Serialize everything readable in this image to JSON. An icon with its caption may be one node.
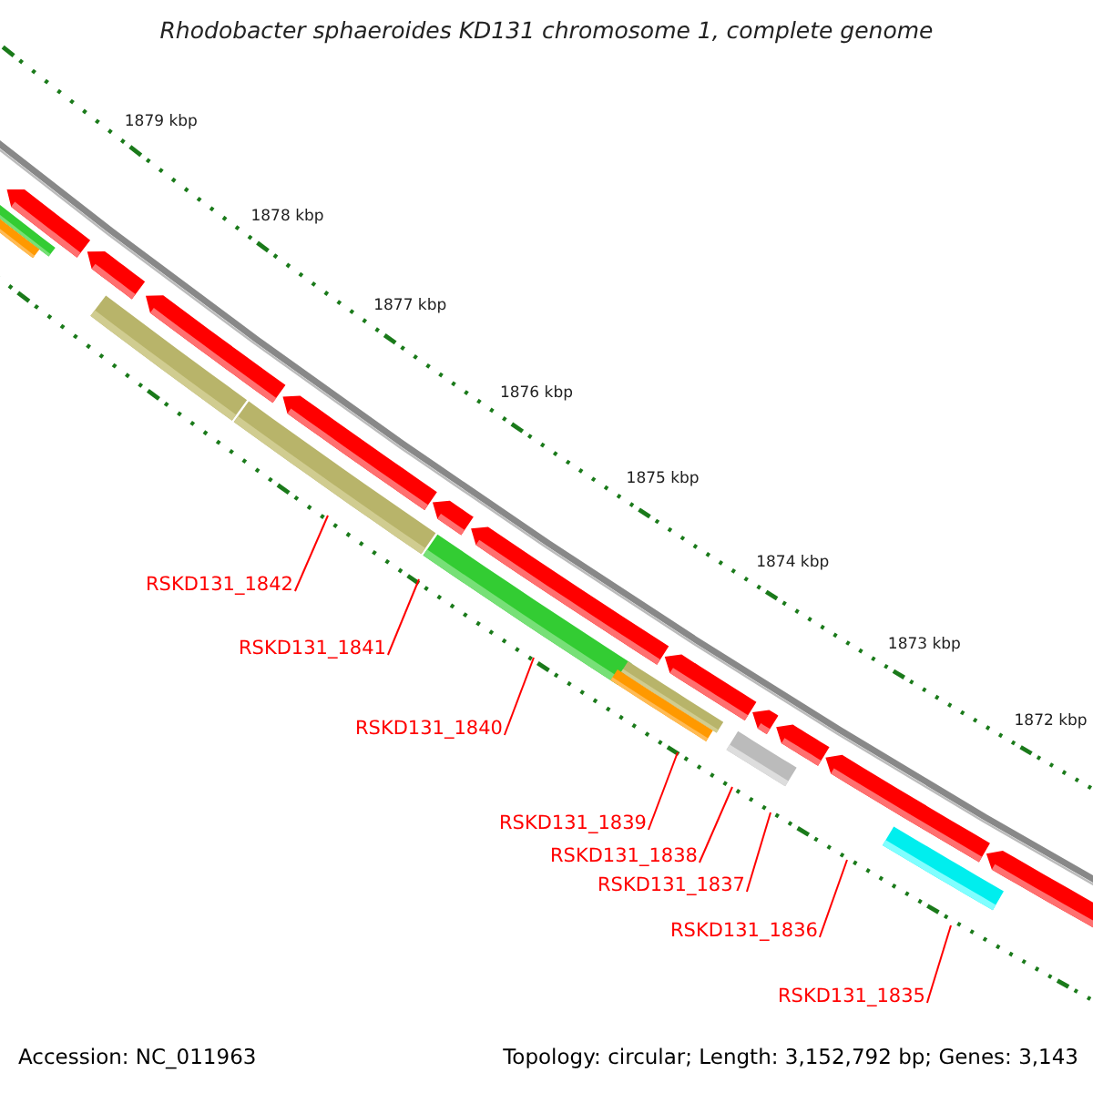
{
  "diagram": {
    "title": "Rhodobacter sphaeroides KD131 chromosome 1, complete genome",
    "nodes": [
      {
        "text": [
          "RSKD131_1842"
        ]
      },
      {
        "text": [
          "RSKD131_1841"
        ]
      },
      {
        "text": [
          "RSKD131_1840"
        ]
      },
      {
        "text": [
          "RSKD131_1839"
        ]
      },
      {
        "text": [
          "RSKD131_1838"
        ]
      },
      {
        "text": [
          "RSKD131_1837"
        ]
      },
      {
        "text": [
          "RSKD131_1836"
        ]
      },
      {
        "text": [
          "RSKD131_1835"
        ]
      }
    ],
    "edges": [
      {
        "from": 0,
        "to": null,
        "arrow": "none"
      },
      {
        "from": 1,
        "to": null,
        "arrow": "none"
      },
      {
        "from": 2,
        "to": null,
        "arrow": "none"
      },
      {
        "from": 3,
        "to": null,
        "arrow": "none"
      },
      {
        "from": 4,
        "to": null,
        "arrow": "none"
      },
      {
        "from": 5,
        "to": null,
        "arrow": "none"
      },
      {
        "from": 6,
        "to": null,
        "arrow": "none"
      },
      {
        "from": 7,
        "to": null,
        "arrow": "none"
      }
    ],
    "labels": [
      "1879 kbp",
      "1878 kbp",
      "1877 kbp",
      "1876 kbp",
      "1875 kbp",
      "1874 kbp",
      "1873 kbp",
      "1872 kbp",
      "Accession: NC_011963",
      "Topology: circular; Length: 3,152,792 bp; Genes: 3,143"
    ]
  }
}
